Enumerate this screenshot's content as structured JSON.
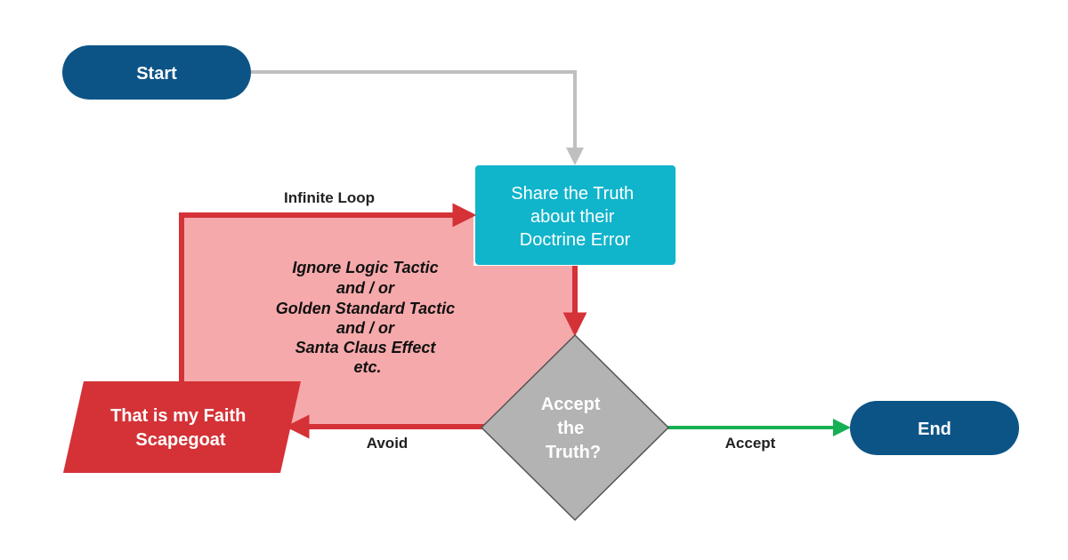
{
  "colors": {
    "terminal": "#0d5486",
    "process": "#10b4cb",
    "decision": "#b3b3b3",
    "scapegoat": "#d43237",
    "loop_fill": "#f6a9ab",
    "loop_line": "#d43237",
    "start_line": "#bfbfbf",
    "accept_line": "#16b054",
    "text_dark": "#222222",
    "text_light": "#ffffff"
  },
  "nodes": {
    "start": {
      "label": "Start"
    },
    "end": {
      "label": "End"
    },
    "share": {
      "lines": [
        "Share the Truth",
        "about their",
        "Doctrine Error"
      ]
    },
    "decision": {
      "lines": [
        "Accept",
        "the",
        "Truth?"
      ]
    },
    "scapegoat": {
      "lines": [
        "That is my Faith",
        "Scapegoat"
      ]
    }
  },
  "loop": {
    "label": "Infinite Loop",
    "tactics": [
      "Ignore Logic Tactic",
      "and / or",
      "Golden Standard Tactic",
      "and / or",
      "Santa Claus Effect",
      "etc."
    ]
  },
  "edges": {
    "avoid": "Avoid",
    "accept": "Accept"
  }
}
